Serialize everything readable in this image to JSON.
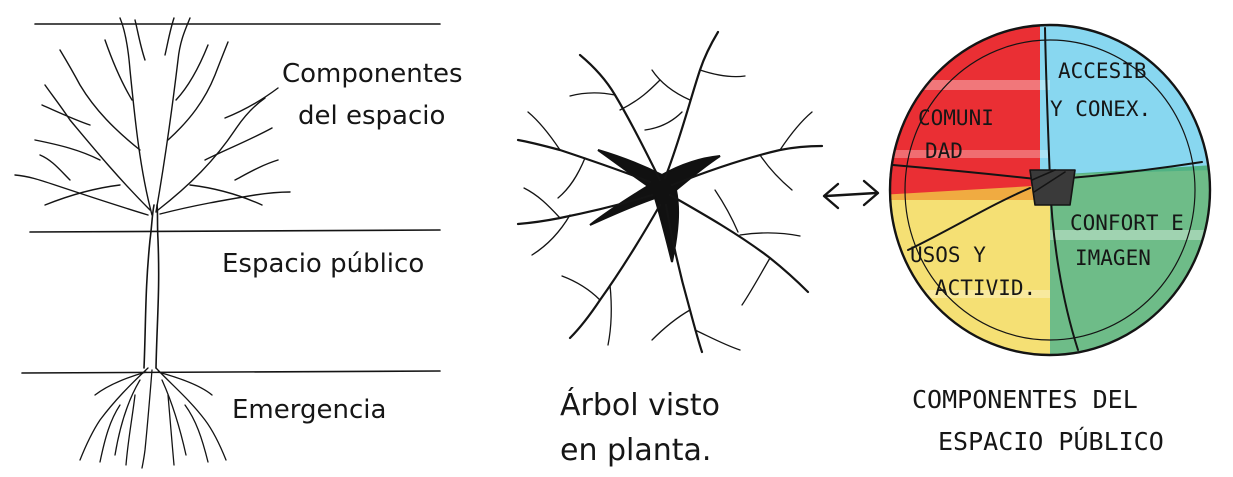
{
  "left_sketch": {
    "label_top_line1": "Componentes",
    "label_top_line2": "del espacio",
    "label_middle": "Espacio público",
    "label_bottom": "Emergencia"
  },
  "middle_sketch": {
    "caption_line1": "Árbol visto",
    "caption_line2": "en planta."
  },
  "connector": {
    "arrow_icon": "double-arrow-icon"
  },
  "right_sketch": {
    "segments": [
      {
        "line1": "COMUNI",
        "line2": "DAD",
        "color": "#e8181e"
      },
      {
        "line1": "ACCESIB",
        "line2": "Y CONEX.",
        "color": "#56c6ea"
      },
      {
        "line1": "CONFORT E",
        "line2": "IMAGEN",
        "color": "#3ea560"
      },
      {
        "line1": "USOS Y",
        "line2": "ACTIVID.",
        "color": "#f1d645"
      }
    ],
    "caption_line1": "COMPONENTES DEL",
    "caption_line2": "ESPACIO PÚBLICO"
  },
  "colors": {
    "ink": "#141414",
    "paper": "#ffffff"
  }
}
